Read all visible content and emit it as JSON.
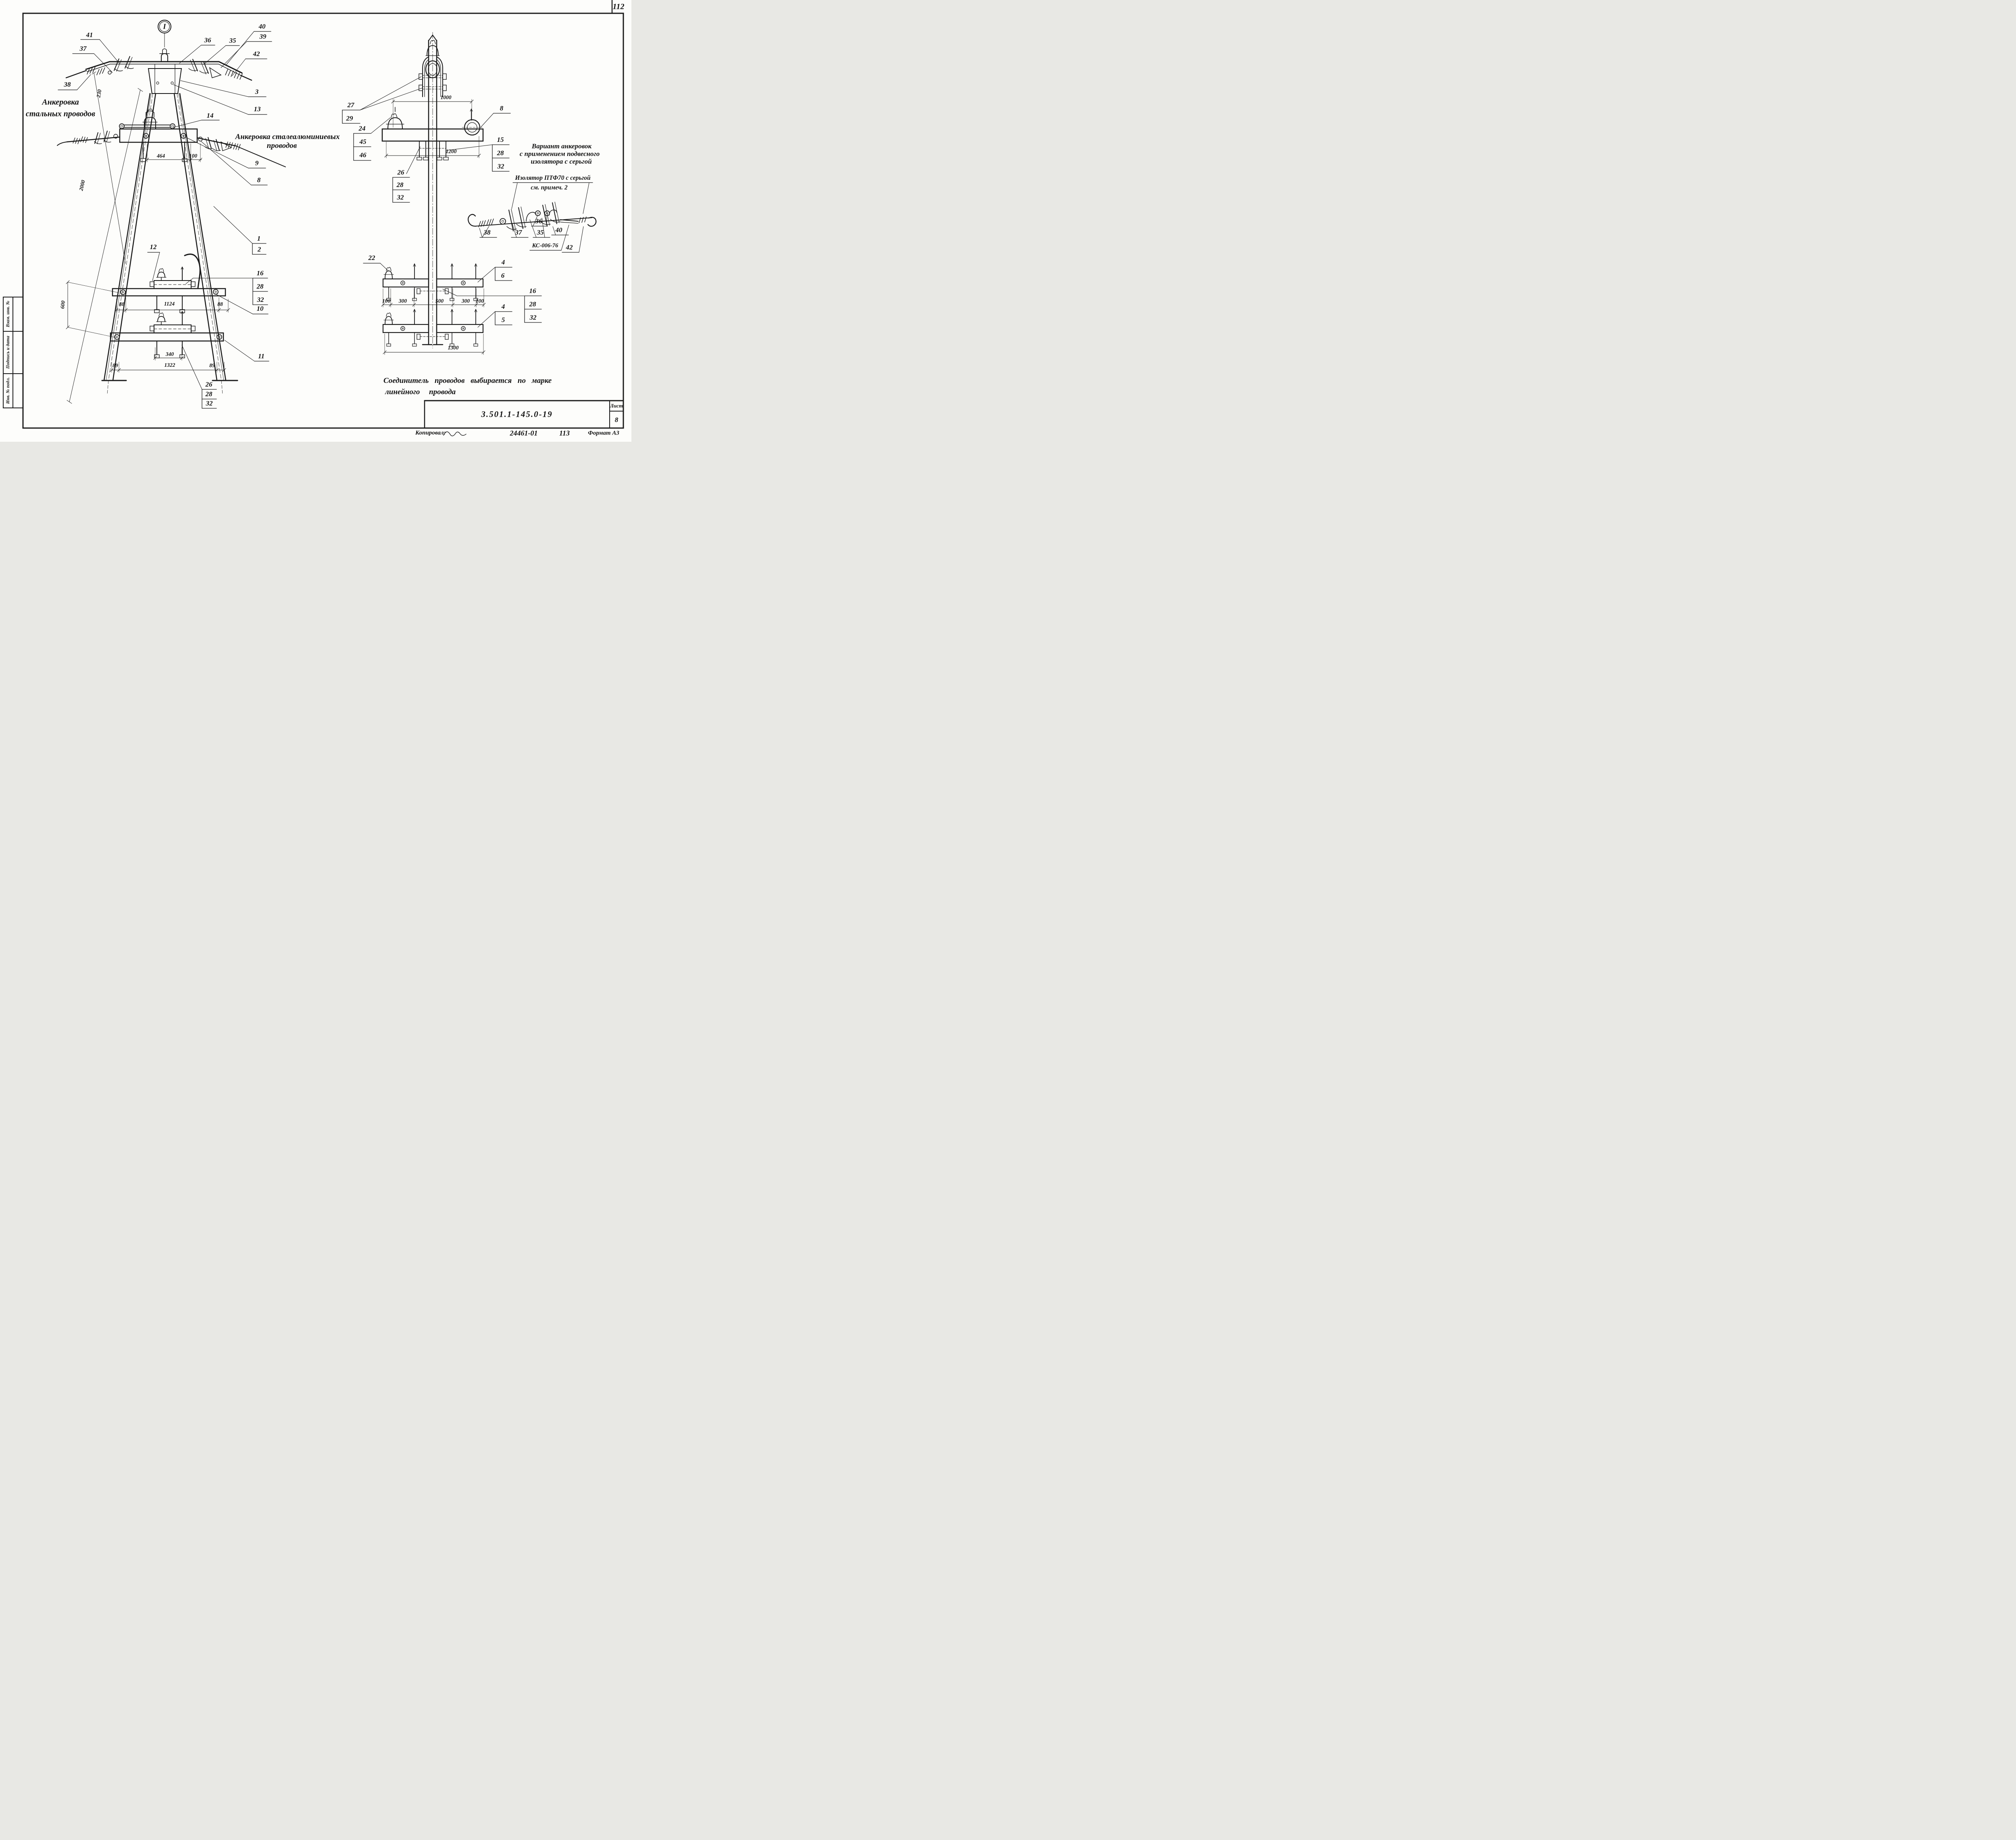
{
  "page": {
    "corner_number": "112"
  },
  "stamp_column": {
    "cells": [
      {
        "label": "Взам. инв. №"
      },
      {
        "label": "Подпись и дата"
      },
      {
        "label": "Инв. № подл."
      }
    ]
  },
  "title_block": {
    "doc_number": "3.501.1-145.0-19",
    "sheet_caption": "Лист",
    "sheet_number": "8",
    "copied_caption": "Копировал:",
    "order_number": "24461-01",
    "order_extra": "113",
    "format_caption": "Формат А3"
  },
  "left_view": {
    "section_marker": "I",
    "caption_line1": "Анкеровка",
    "caption_line2": "стальных проводов",
    "caption2_line1": "Анкеровка сталеалюминиевых",
    "caption2_line2": "проводов",
    "callouts": {
      "c41": "41",
      "c37": "37",
      "c38": "38",
      "c36": "36",
      "c35": "35",
      "c40": "40",
      "c39": "39",
      "c42": "42",
      "c3": "3",
      "c13": "13",
      "c14": "14",
      "c9": "9",
      "c8": "8",
      "c1": "1",
      "c2": "2",
      "c12": "12",
      "c16": "16",
      "c28a": "28",
      "c32a": "32",
      "c10": "10",
      "c11": "11",
      "c26": "26",
      "c28b": "28",
      "c32b": "32"
    },
    "dims": {
      "d230": "230",
      "d2000": "2000",
      "d464": "464",
      "d100": "100",
      "d600": "600",
      "d88l": "88",
      "d1124": "1124",
      "d88r": "88",
      "d340": "340",
      "d89l": "89",
      "d1322": "1322",
      "d89r": "89"
    }
  },
  "right_view": {
    "callouts": {
      "c27": "27",
      "c29": "29",
      "c24": "24",
      "c45": "45",
      "c46": "46",
      "c8": "8",
      "c15": "15",
      "c28a": "28",
      "c32a": "32",
      "c26": "26",
      "c28b": "28",
      "c32b": "32",
      "c22": "22",
      "c4a": "4",
      "c6": "6",
      "c16": "16",
      "c28c": "28",
      "c32c": "32",
      "c4b": "4",
      "c5": "5"
    },
    "dims": {
      "d1000": "1000",
      "d1200": "1200",
      "d100l": "100",
      "d300l": "300",
      "d500": "500",
      "d300r": "300",
      "d100r": "100",
      "d1300": "1300"
    }
  },
  "detail_view": {
    "caption_line1": "Вариант анкеровок",
    "caption_line2": "с применением подвесного",
    "caption_line3": "изолятора с серьгой",
    "note_line1": "Изолятор ПТФ70 с серьгой",
    "note_line2": "см. примеч. 2",
    "part_code": "КС-006-76",
    "callouts": {
      "c36": "36",
      "c38": "38",
      "c37": "37",
      "c35": "35",
      "c40": "40",
      "c42": "42"
    }
  },
  "footnote": {
    "line1": "Соединитель   проводов   выбирается   по   марке",
    "line2": "линейного    провода"
  }
}
